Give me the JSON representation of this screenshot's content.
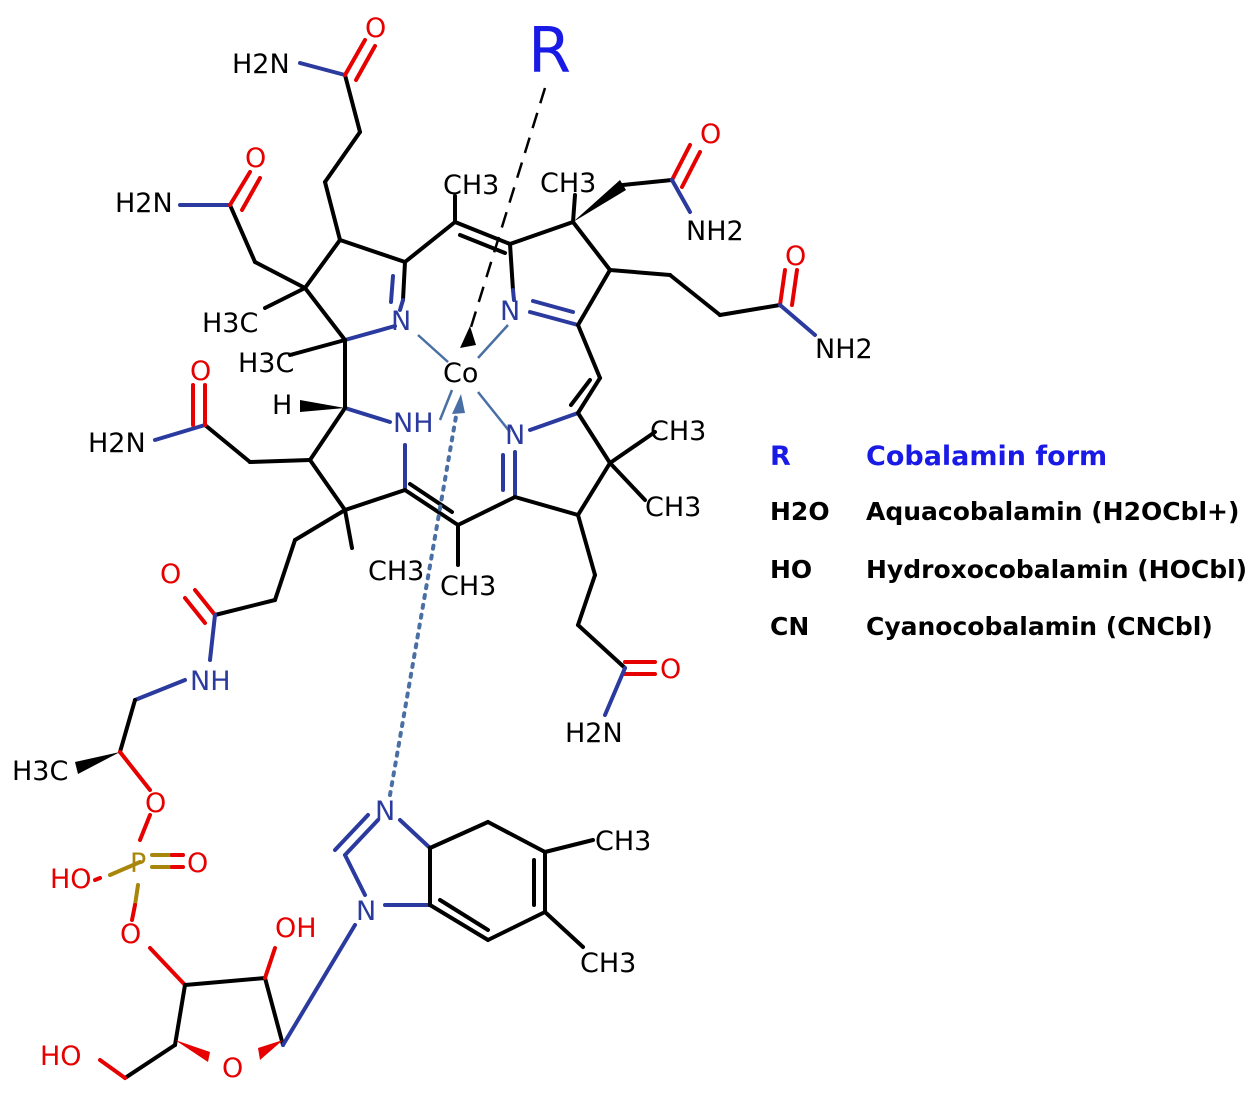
{
  "diagram": {
    "r_label": "R",
    "metal": "Co",
    "atom_labels": {
      "h2n": "H2N",
      "nh2": "NH2",
      "o": "O",
      "n": "N",
      "nh": "NH",
      "h": "H",
      "ch3": "CH3",
      "h3c": "H3C",
      "ho": "HO",
      "oh": "OH",
      "p": "P"
    }
  },
  "legend": {
    "header_r": "R",
    "header_form": "Cobalamin form",
    "rows": [
      {
        "r": "H2O",
        "form": "Aquacobalamin (H2OCbl+)"
      },
      {
        "r": "HO",
        "form": "Hydroxocobalamin (HOCbl)"
      },
      {
        "r": "CN",
        "form": "Cyanocobalamin (CNCbl)"
      }
    ]
  }
}
